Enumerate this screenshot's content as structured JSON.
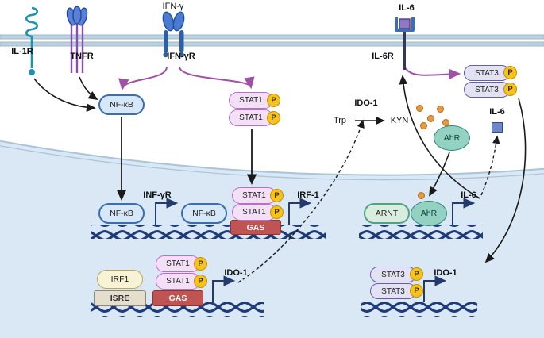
{
  "receptors": {
    "il1r": {
      "label": "IL-1R"
    },
    "tnfr": {
      "label": "TNFR"
    },
    "ifngr": {
      "label": "IFN-γR",
      "ligand": "IFN-γ"
    },
    "il6r": {
      "label": "IL-6R",
      "ligand": "IL-6"
    }
  },
  "molecules": {
    "nfkb": "NF-κB",
    "stat1": "STAT1",
    "stat3": "STAT3",
    "phospho": "P",
    "ahr": "AhR",
    "arnt": "ARNT",
    "irf1": "IRF1",
    "il6": "IL-6",
    "trp": "Trp",
    "kyn": "KYN",
    "ido1": "IDO-1"
  },
  "dna_elements": {
    "gas": "GAS",
    "isre": "ISRE"
  },
  "genes": {
    "site1_gene1": "INF-γR",
    "site1_gene2": "IRF-1",
    "site2_gene": "IDO-1",
    "site3_gene": "IL-6",
    "site4_gene": "IDO-1"
  },
  "colors": {
    "gas_red": "#c05453",
    "isre_tan": "#e6decd",
    "phospho_yellow": "#f6c21b",
    "ahr_teal": "#93d2c2",
    "arnt_green": "#d9edde",
    "stat1_pink": "#f3e0f6",
    "stat3_lavender": "#e2e2f3",
    "nfkb_blue": "#d6e7f8",
    "dna_navy": "#1e3a78",
    "purple_arrow": "#a050a8",
    "nucleus_fill": "#d9e8f4",
    "membrane": "#bcd2e0",
    "kyn_orange": "#e79b3f"
  }
}
